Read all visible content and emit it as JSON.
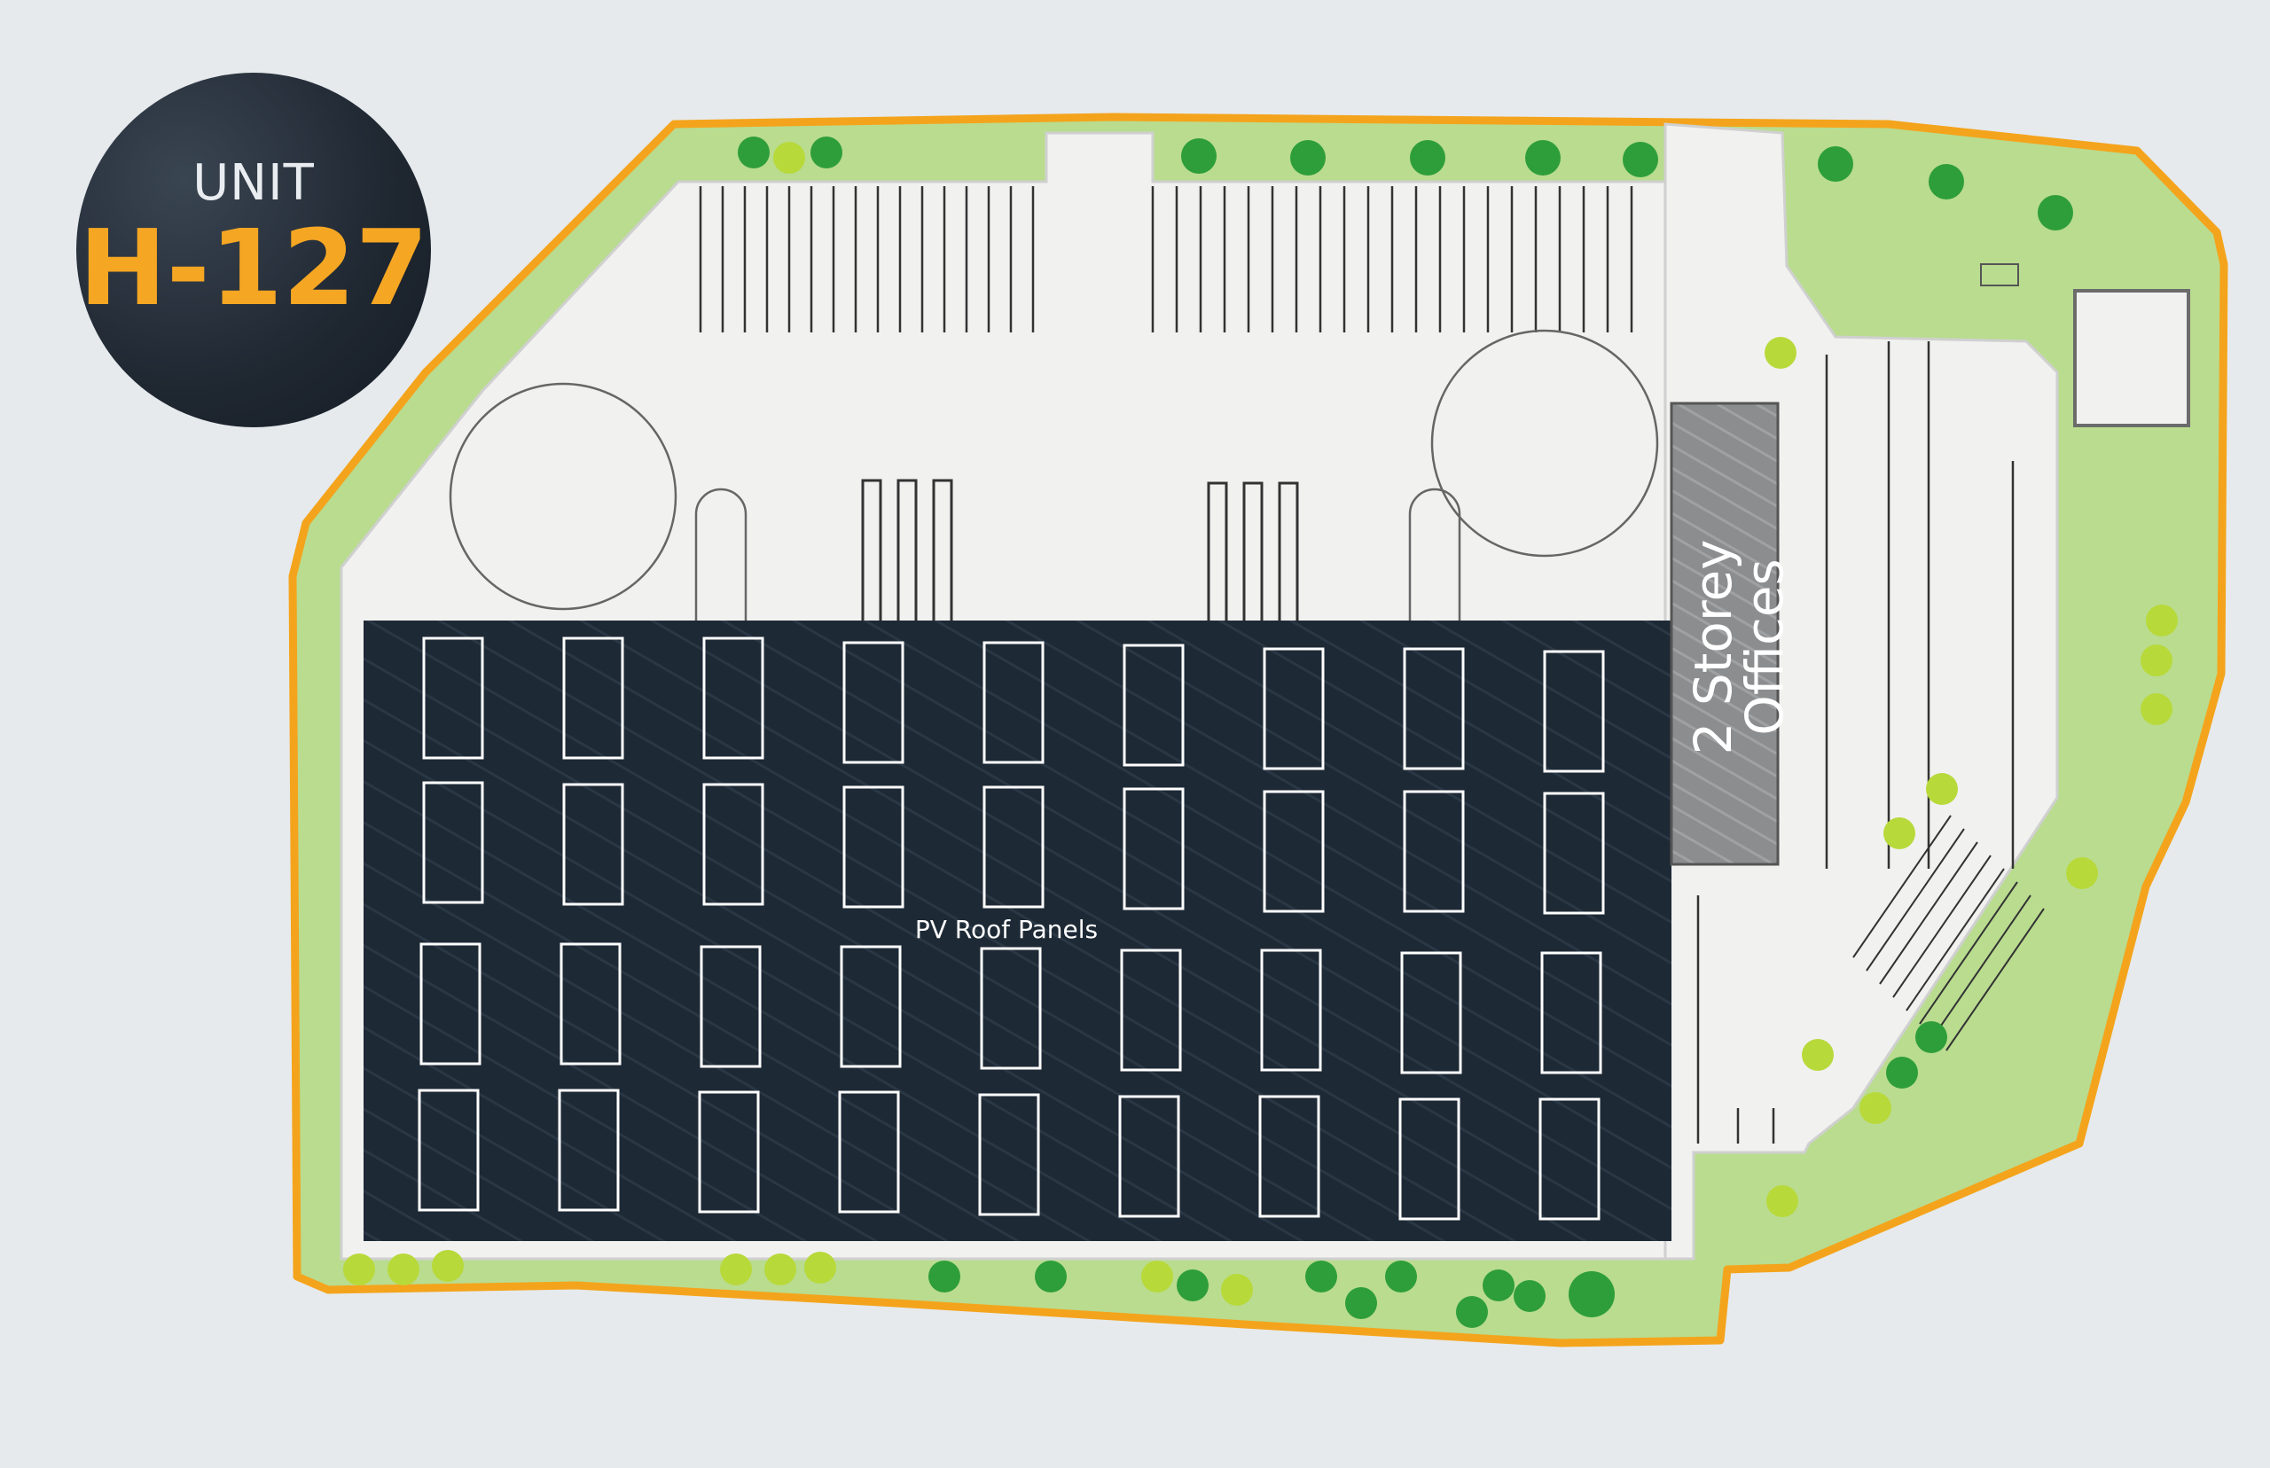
{
  "unit": {
    "label": "UNIT",
    "code": "H-127"
  },
  "labels": {
    "roof": "PV Roof Panels",
    "offices_line1": "2 Storey",
    "offices_line2": "Offices"
  },
  "colors": {
    "boundary": "#f4a41c",
    "landscape": "#b9dc8f",
    "hardstanding": "#f1f1f0",
    "roof": "#1d2935",
    "offices": "#8b8d8f",
    "tree": "#2e9e3a",
    "tree_light": "#b8d93a"
  }
}
